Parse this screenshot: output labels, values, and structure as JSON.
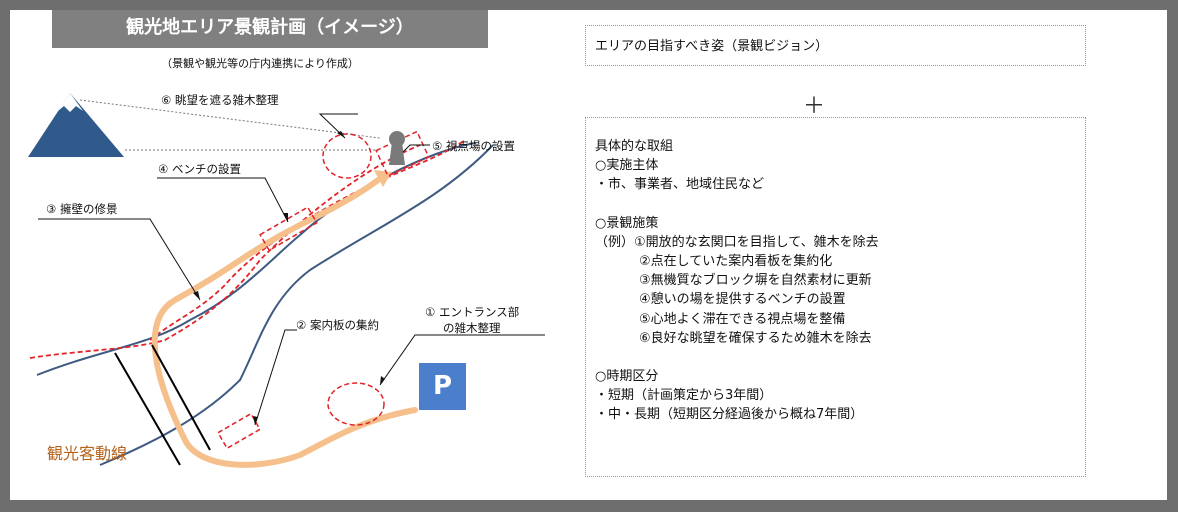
{
  "title": "観光地エリア景観計画（イメージ）",
  "subtitle": "（景観や観光等の庁内連携により作成）",
  "labels": {
    "view_clear": "⑥ 眺望を遮る雑木整理",
    "viewpoint": "⑤ 視点場の設置",
    "bench": "④ ベンチの設置",
    "wall": "③ 擁壁の修景",
    "signboard": "② 案内板の集約",
    "entrance_1": "① エントランス部",
    "entrance_2": "の雑木整理",
    "tourist_flow": "観光客動線",
    "parking": "P"
  },
  "vision": "エリアの目指すべき姿（景観ビジョン）",
  "plus": "＋",
  "details": {
    "heading": "具体的な取組",
    "implementer_head": "○実施主体",
    "implementer": "・市、事業者、地域住民など",
    "measures_head": "○景観施策",
    "measures": [
      "（例）①開放的な玄関口を目指して、雑木を除去",
      "②点在していた案内看板を集約化",
      "③無機質なブロック塀を自然素材に更新",
      "④憩いの場を提供するベンチの設置",
      "⑤心地よく滞在できる視点場を整備",
      "⑥良好な眺望を確保するため雑木を除去"
    ],
    "period_head": "○時期区分",
    "period_short": "・短期（計画策定から3年間）",
    "period_long": "・中・長期（短期区分経過後から概ね7年間）"
  },
  "colors": {
    "frame": "#6e6e6e",
    "title_bg": "#808080",
    "road": "#3f5b82",
    "flow": "#f6c08c",
    "dashed": "#e0242a",
    "parking": "#4b7ecb",
    "tourist_text": "#b5621b"
  }
}
